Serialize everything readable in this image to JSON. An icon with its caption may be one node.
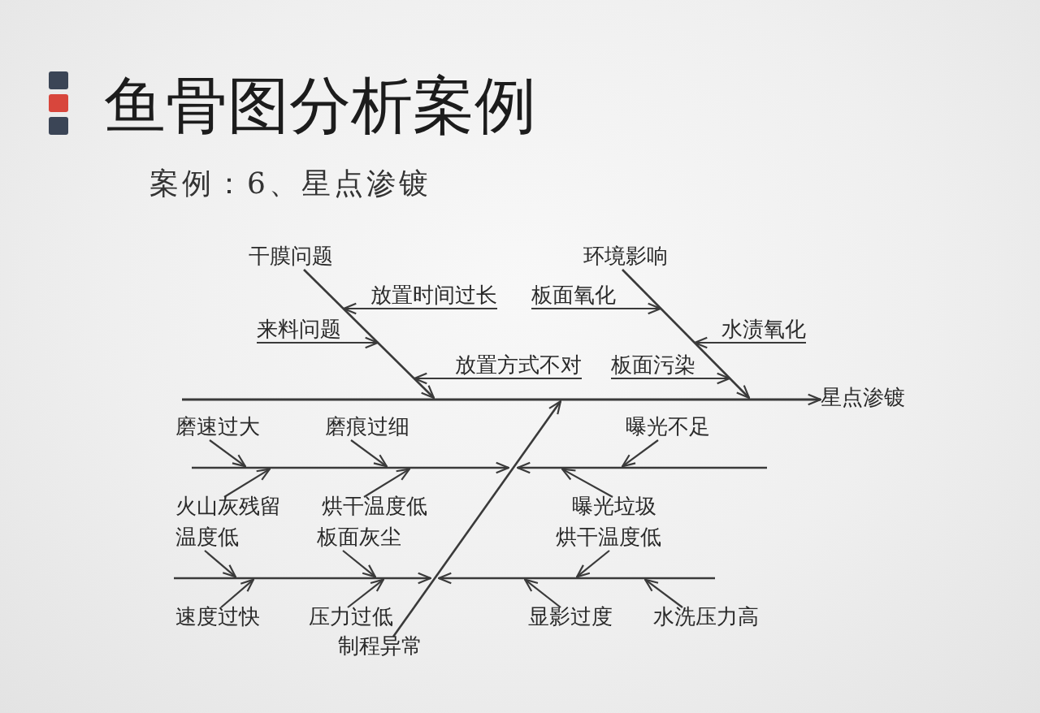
{
  "diagram": {
    "title": "鱼骨图分析案例",
    "nodes": [
      {
        "text": [
          "干膜问题"
        ]
      },
      {
        "text": [
          "环境影响"
        ]
      },
      {
        "text": [
          "放置时间过长"
        ]
      },
      {
        "text": [
          "板面氧化"
        ]
      },
      {
        "text": [
          "来料问题"
        ]
      },
      {
        "text": [
          "水渍氧化"
        ]
      },
      {
        "text": [
          "放置方式不对"
        ]
      },
      {
        "text": [
          "板面污染"
        ]
      },
      {
        "text": [
          "星点渗镀"
        ]
      },
      {
        "text": [
          "磨速过大"
        ]
      },
      {
        "text": [
          "磨痕过细"
        ]
      },
      {
        "text": [
          "曝光不足"
        ]
      },
      {
        "text": [
          "火山灰残留"
        ]
      },
      {
        "text": [
          "烘干温度低"
        ]
      },
      {
        "text": [
          "曝光垃圾"
        ]
      },
      {
        "text": [
          "温度低"
        ]
      },
      {
        "text": [
          "板面灰尘"
        ]
      },
      {
        "text": [
          "烘干温度低"
        ]
      },
      {
        "text": [
          "速度过快"
        ]
      },
      {
        "text": [
          "压力过低"
        ]
      },
      {
        "text": [
          "显影过度"
        ]
      },
      {
        "text": [
          "水洗压力高"
        ]
      },
      {
        "text": [
          "制程异常"
        ]
      }
    ],
    "edges": [
      {
        "from": 0,
        "to": 8,
        "arrow": "to"
      },
      {
        "from": 1,
        "to": 8,
        "arrow": "to"
      },
      {
        "from": 22,
        "to": 8,
        "arrow": "to"
      },
      {
        "from": 2,
        "to": 8,
        "arrow": "to"
      },
      {
        "from": 4,
        "to": 8,
        "arrow": "to"
      },
      {
        "from": 6,
        "to": 8,
        "arrow": "to"
      },
      {
        "from": 3,
        "to": 8,
        "arrow": "to"
      },
      {
        "from": 5,
        "to": 8,
        "arrow": "to"
      },
      {
        "from": 7,
        "to": 8,
        "arrow": "to"
      },
      {
        "from": 9,
        "to": 8,
        "arrow": "to"
      },
      {
        "from": 12,
        "to": 8,
        "arrow": "to"
      },
      {
        "from": 10,
        "to": 8,
        "arrow": "to"
      },
      {
        "from": 13,
        "to": 8,
        "arrow": "to"
      },
      {
        "from": 11,
        "to": 8,
        "arrow": "to"
      },
      {
        "from": 14,
        "to": 8,
        "arrow": "to"
      },
      {
        "from": 15,
        "to": 8,
        "arrow": "to"
      },
      {
        "from": 18,
        "to": 8,
        "arrow": "to"
      },
      {
        "from": 16,
        "to": 8,
        "arrow": "to"
      },
      {
        "from": 19,
        "to": 8,
        "arrow": "to"
      },
      {
        "from": 17,
        "to": 8,
        "arrow": "to"
      },
      {
        "from": 20,
        "to": 8,
        "arrow": "to"
      },
      {
        "from": 21,
        "to": 8,
        "arrow": "to"
      }
    ],
    "labels": [
      "案例：6、星点渗镀"
    ]
  }
}
